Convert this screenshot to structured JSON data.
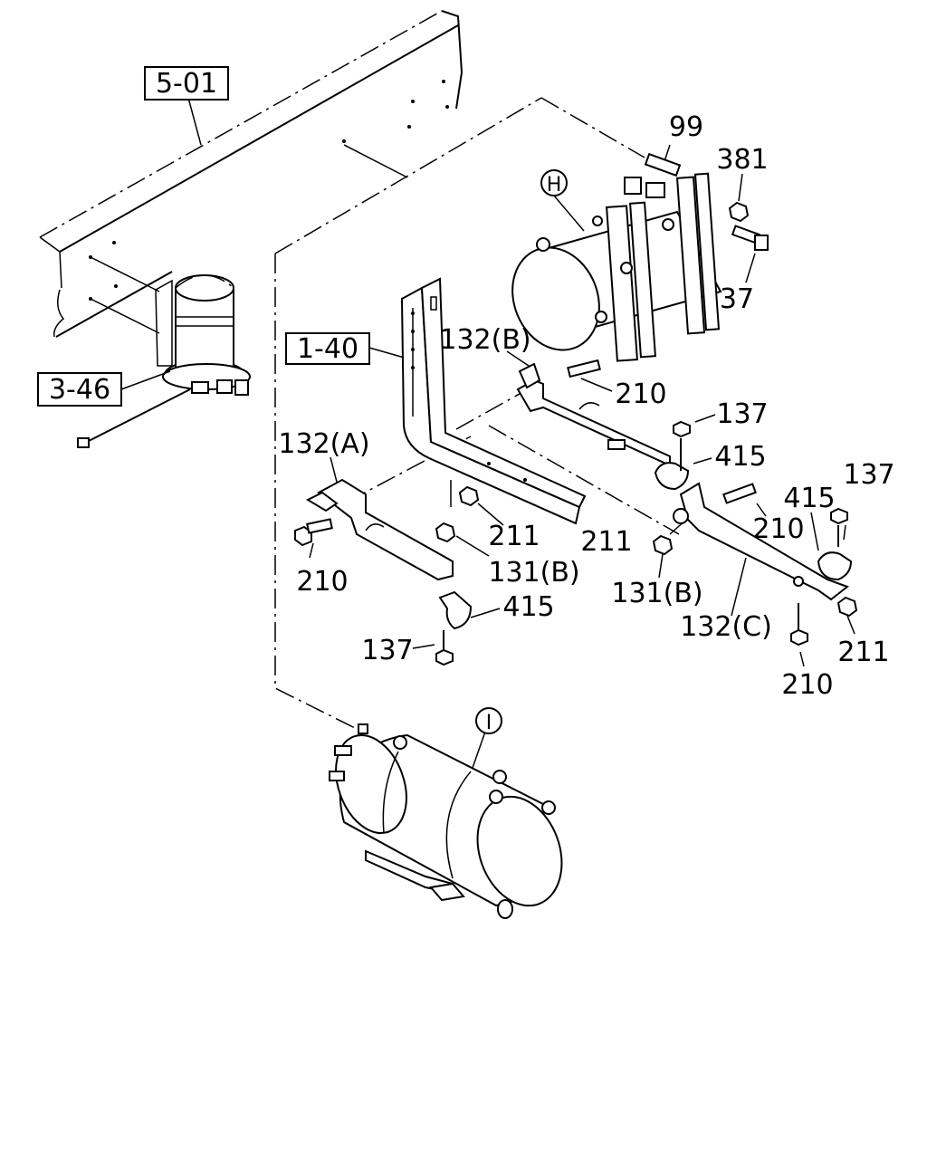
{
  "ref_boxes": [
    {
      "id": "frame",
      "text": "5-01"
    },
    {
      "id": "bracket",
      "text": "1-40"
    },
    {
      "id": "dryer",
      "text": "3-46"
    }
  ],
  "callouts": [
    {
      "id": "c99",
      "text": "99"
    },
    {
      "id": "c381",
      "text": "381"
    },
    {
      "id": "c37",
      "text": "37"
    },
    {
      "id": "c132b",
      "text": "132(B)"
    },
    {
      "id": "c210a",
      "text": "210"
    },
    {
      "id": "c137a",
      "text": "137"
    },
    {
      "id": "c415a",
      "text": "415"
    },
    {
      "id": "c137b",
      "text": "137"
    },
    {
      "id": "c415b",
      "text": "415"
    },
    {
      "id": "c132a",
      "text": "132(A)"
    },
    {
      "id": "c210b",
      "text": "210"
    },
    {
      "id": "c211a",
      "text": "211"
    },
    {
      "id": "c211b",
      "text": "211"
    },
    {
      "id": "c131b1",
      "text": "131(B)"
    },
    {
      "id": "c131b2",
      "text": "131(B)"
    },
    {
      "id": "c210c",
      "text": "210"
    },
    {
      "id": "c415c",
      "text": "415"
    },
    {
      "id": "c137c",
      "text": "137"
    },
    {
      "id": "c132c",
      "text": "132(C)"
    },
    {
      "id": "c211c",
      "text": "211"
    },
    {
      "id": "c210d",
      "text": "210"
    }
  ],
  "view_markers": [
    {
      "id": "H",
      "text": "H"
    },
    {
      "id": "I",
      "text": "I"
    }
  ]
}
